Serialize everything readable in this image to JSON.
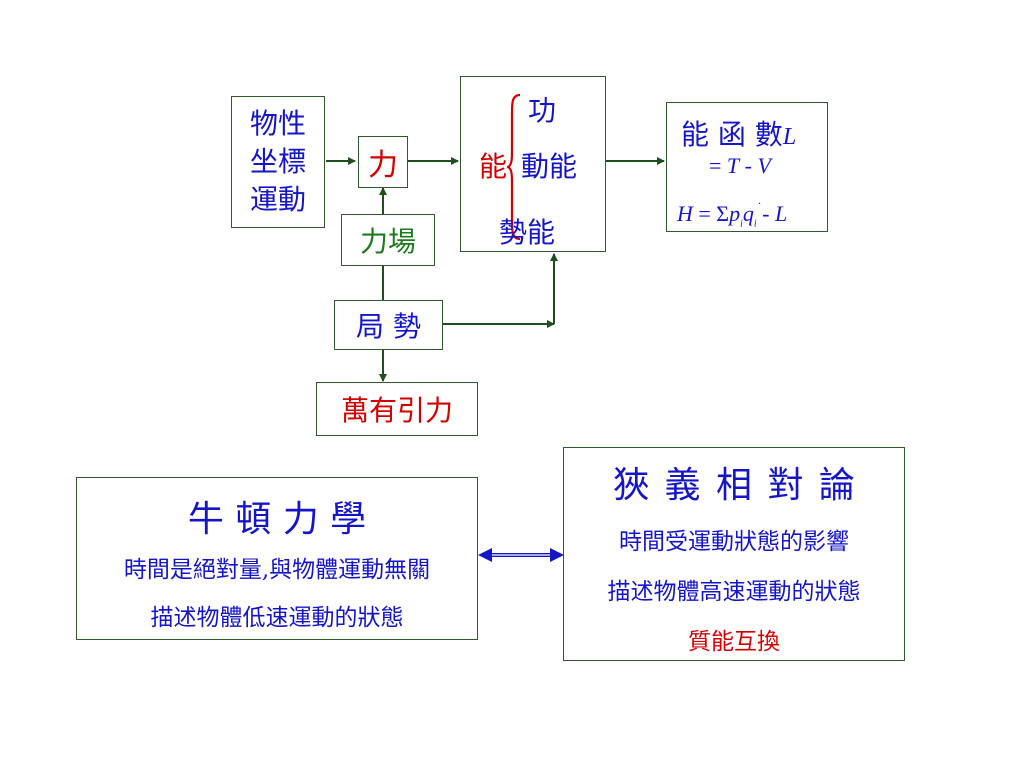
{
  "physical": {
    "lines": [
      "物性",
      "坐標",
      "運動"
    ]
  },
  "force": {
    "label": "力"
  },
  "force_field": {
    "label": "力場"
  },
  "potential": {
    "label": "局 勢"
  },
  "gravitation": {
    "label": "萬有引力"
  },
  "energy": {
    "left_label": "能",
    "work": "功",
    "kinetic": "動能",
    "potential_energy": "勢能"
  },
  "energy_function": {
    "title": "能 函 數",
    "title_var": "L",
    "lagrangian_eq": {
      "eq": "= ",
      "T": "T",
      "minus": " - ",
      "V": "V"
    },
    "hamiltonian_eq": {
      "H": "H",
      "eq": " = Σ",
      "p": "p",
      "i1": "i",
      "q": "q",
      "i2": "i",
      "minus": " - ",
      "L": "L"
    }
  },
  "newtonian": {
    "title": "牛 頓 力 學",
    "line1": "時間是絕對量,與物體運動無關",
    "line2": "描述物體低速運動的狀態"
  },
  "relativity": {
    "title": "狹 義 相 對 論",
    "line1": "時間受運動狀態的影響",
    "line2": "描述物體高速運動的狀態",
    "line3": "質能互換"
  },
  "colors": {
    "text_blue": "#1515c8",
    "text_red": "#d40000",
    "text_green": "#1e7a1e",
    "arrow_green": "#2e5a2e",
    "arrow_blue": "#1515c8"
  }
}
